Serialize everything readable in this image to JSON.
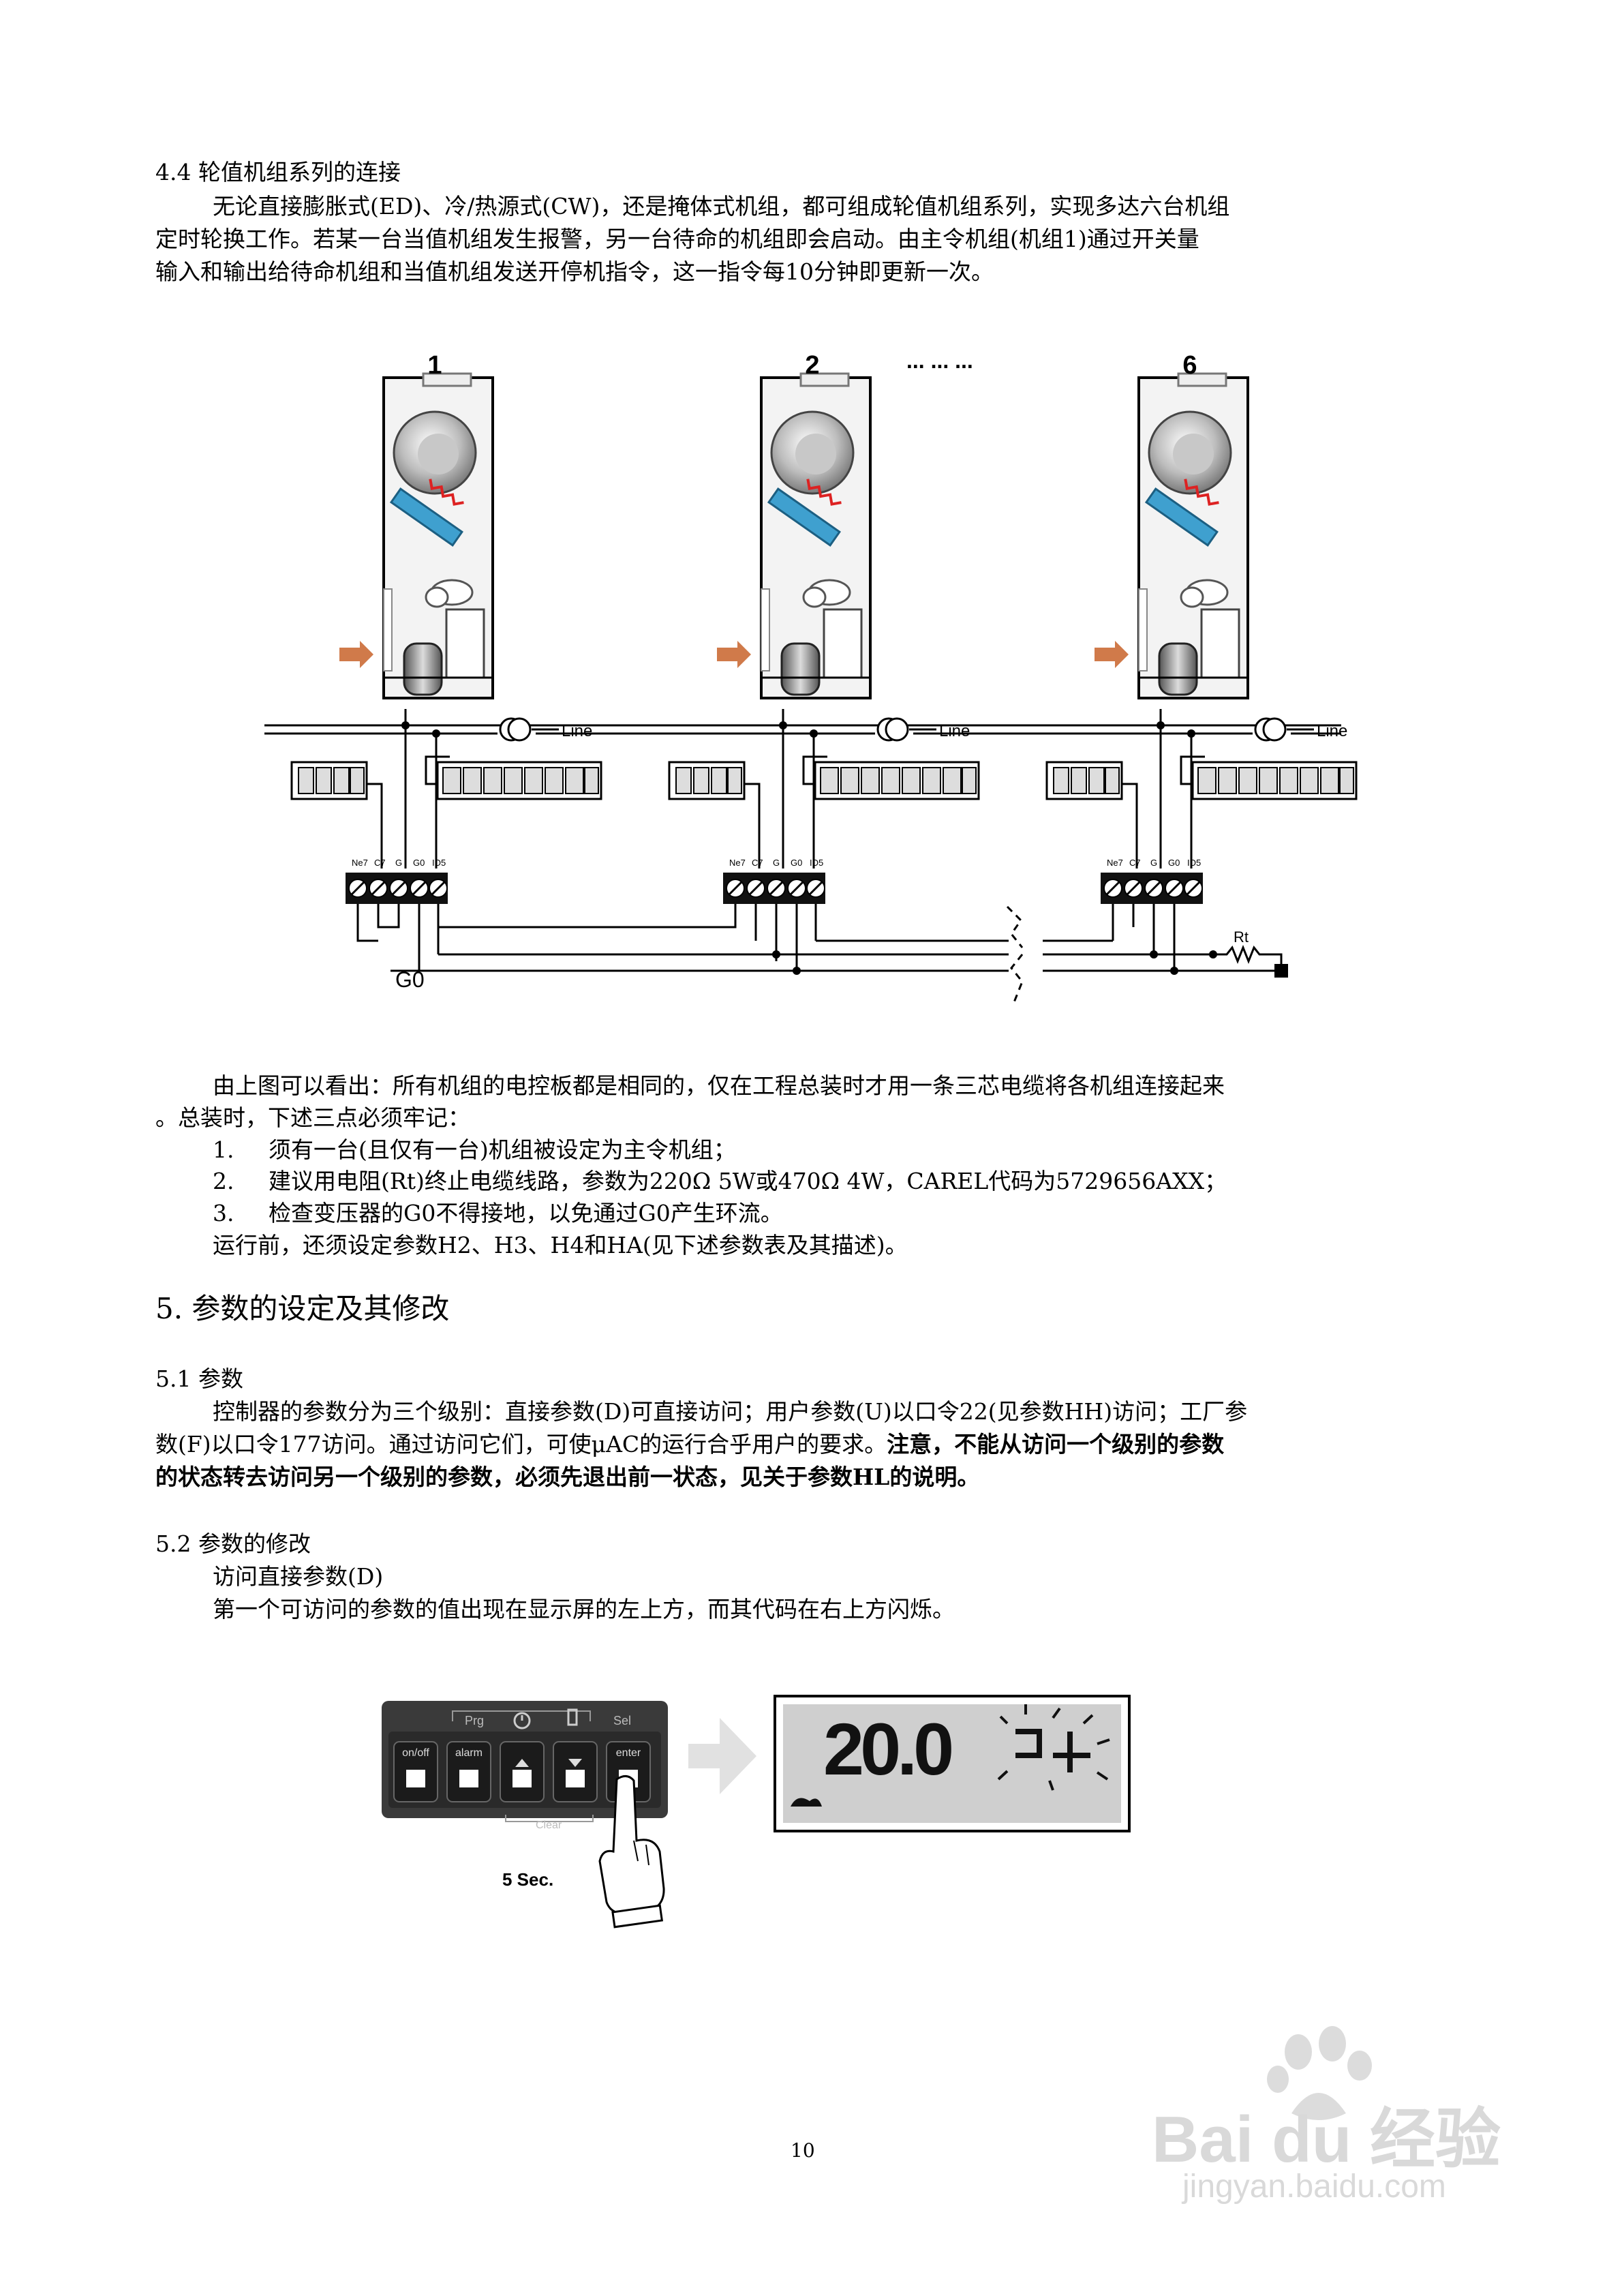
{
  "section44": {
    "heading": "4.4 轮值机组系列的连接",
    "para": [
      "无论直接膨胀式(ED)、冷/热源式(CW)，还是掩体式机组，都可组成轮值机组系列，实现多达六台机组",
      "定时轮换工作。若某一台当值机组发生报警，另一台待命的机组即会启动。由主令机组(机组1)通过开关量",
      "输入和输出给待命机组和当值机组发送开停机指令，这一指令每10分钟即更新一次。"
    ]
  },
  "diagram": {
    "units": [
      "1",
      "2",
      "6"
    ],
    "dots": "... ... ...",
    "line_label": "Line",
    "terminal_labels": [
      "Ne7",
      "C7",
      "G",
      "G0",
      "ID5"
    ],
    "rt_label": "Rt",
    "g0_label": "G0"
  },
  "after_diagram": {
    "para": [
      "由上图可以看出：所有机组的电控板都是相同的，仅在工程总装时才用一条三芯电缆将各机组连接起来",
      "。总装时，下述三点必须牢记："
    ],
    "list": [
      {
        "num": "1.",
        "text": "须有一台(且仅有一台)机组被设定为主令机组；"
      },
      {
        "num": "2.",
        "text": "建议用电阻(Rt)终止电缆线路，参数为220Ω 5W或470Ω 4W，CAREL代码为5729656AXX；"
      },
      {
        "num": "3.",
        "text": "检查变压器的G0不得接地，以免通过G0产生环流。"
      }
    ],
    "note": "运行前，还须设定参数H2、H3、H4和HA(见下述参数表及其描述)。"
  },
  "section5": {
    "heading": "5. 参数的设定及其修改"
  },
  "section51": {
    "heading": "5.1 参数",
    "line1": "控制器的参数分为三个级别：直接参数(D)可直接访问；用户参数(U)以口令22(见参数HH)访问；工厂参",
    "line2a": "数(F)以口令177访问。通过访问它们，可使μAC的运行合乎用户的要求。",
    "line2b": "注意，不能从访问一个级别的参数",
    "line3": "的状态转去访问另一个级别的参数，必须先退出前一状态，见关于参数HL的说明。"
  },
  "section52": {
    "heading": "5.2 参数的修改",
    "sub": "访问直接参数(D)",
    "line": "第一个可访问的参数的值出现在显示屏的左上方，而其代码在右上方闪烁。"
  },
  "keypad": {
    "top_labels": [
      "Prg",
      "Sel"
    ],
    "buttons": [
      "on/off",
      "alarm",
      "",
      "",
      "enter"
    ],
    "clear_label": "Clear",
    "hold_label": "5 Sec."
  },
  "display": {
    "value": "20.0"
  },
  "page_number": "10",
  "watermark": {
    "logo": "Bai du 经验",
    "url": "jingyan.baidu.com"
  }
}
